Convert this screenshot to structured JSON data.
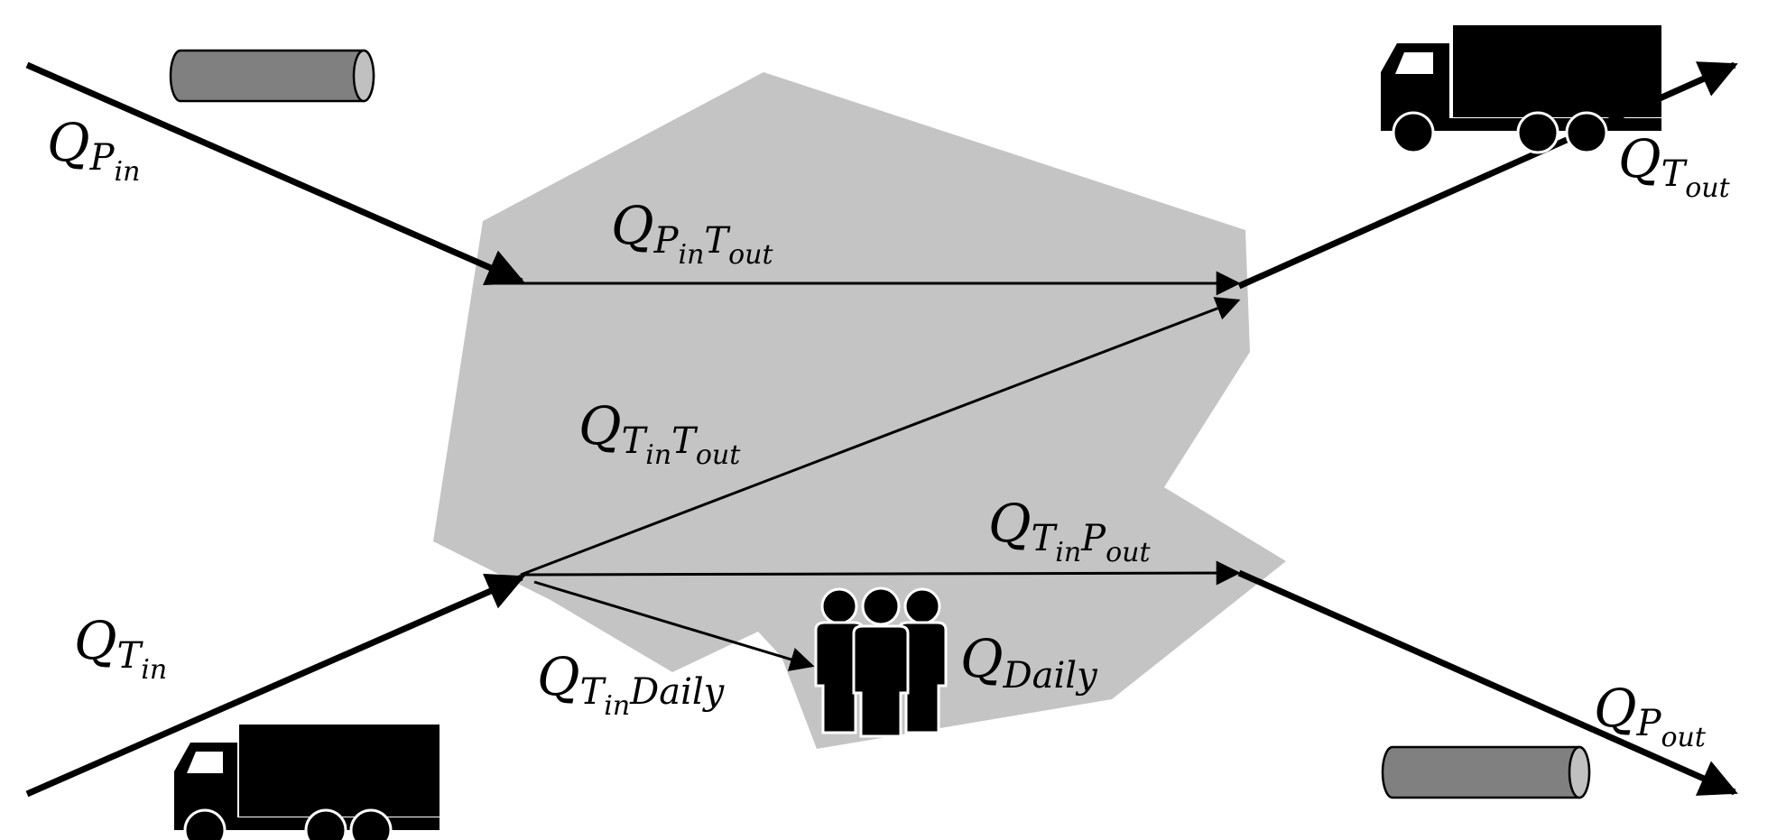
{
  "colors": {
    "region_fill": "#c4c4c4",
    "pipe_fill": "#808080",
    "pipe_end_fill": "#c0c0c0",
    "ink": "#000000"
  },
  "icons": {
    "pipe_top": "pipe-icon",
    "pipe_bottom": "pipe-icon",
    "truck_top": "truck-icon",
    "truck_bottom": "truck-icon",
    "people": "people-group-icon"
  },
  "labels": {
    "q_p_in": {
      "main": "Q",
      "sub": "P",
      "subsub": "in"
    },
    "q_t_out": {
      "main": "Q",
      "sub": "T",
      "subsub": "out"
    },
    "q_pin_tout": {
      "main": "Q",
      "sub1": "P",
      "subsub1": "in",
      "sub2": "T",
      "subsub2": "out"
    },
    "q_tin_tout": {
      "main": "Q",
      "sub1": "T",
      "subsub1": "in",
      "sub2": "T",
      "subsub2": "out"
    },
    "q_tin_pout": {
      "main": "Q",
      "sub1": "T",
      "subsub1": "in",
      "sub2": "P",
      "subsub2": "out"
    },
    "q_t_in": {
      "main": "Q",
      "sub": "T",
      "subsub": "in"
    },
    "q_tin_daily": {
      "main": "Q",
      "sub1": "T",
      "subsub1": "in",
      "sub2": "Daily"
    },
    "q_daily": {
      "main": "Q",
      "sub": "Daily"
    },
    "q_p_out": {
      "main": "Q",
      "sub": "P",
      "subsub": "out"
    }
  }
}
